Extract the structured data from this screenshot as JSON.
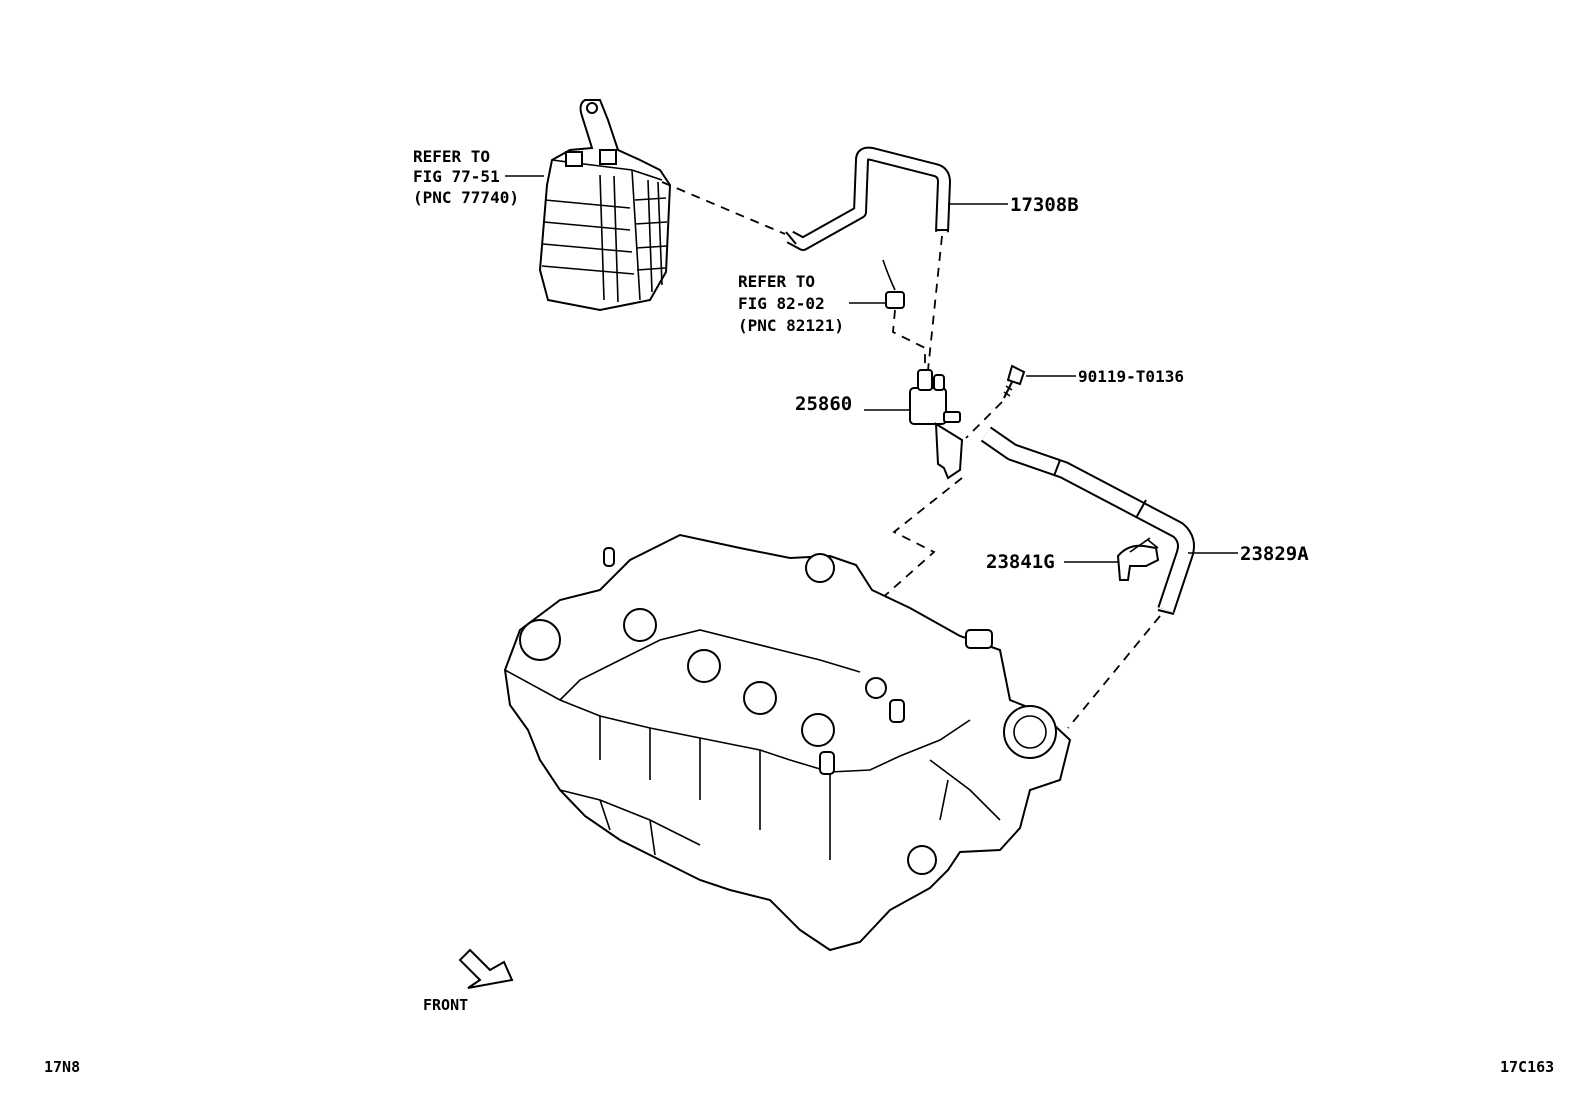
{
  "refs": {
    "canister": [
      "REFER TO",
      "FIG 77-51",
      "(PNC 77740)"
    ],
    "sensor": [
      "REFER TO",
      "FIG 82-02",
      "(PNC 82121)"
    ]
  },
  "parts": {
    "hose_upper": "17308B",
    "vsv": "25860",
    "bolt": "90119-T0136",
    "clamp": "23841G",
    "hose_lower": "23829A"
  },
  "front_label": "FRONT",
  "footer": {
    "left_code": "17N8",
    "right_code": "17C163"
  }
}
